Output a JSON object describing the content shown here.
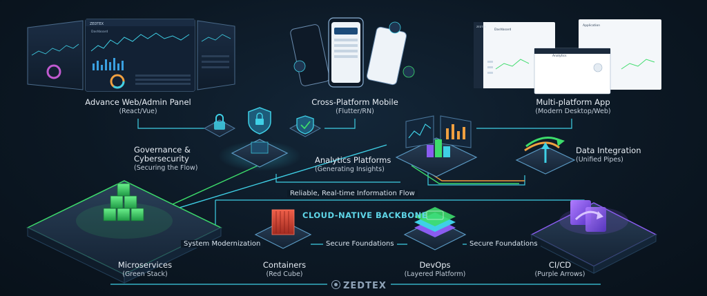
{
  "brand": "ZEDTEX",
  "top_panels": [
    {
      "title": "Advance Web/Admin Panel",
      "subtitle": "(React/Vue)"
    },
    {
      "title": "Cross-Platform Mobile",
      "subtitle": "(Flutter/RN)"
    },
    {
      "title": "Multi-platform App",
      "subtitle": "(Modern Desktop/Web)"
    }
  ],
  "middle_nodes": [
    {
      "title_lines": [
        "Governance &",
        "Cybersecurity"
      ],
      "subtitle": "(Securing the Flow)"
    },
    {
      "title": "Analytics Platforms",
      "subtitle": "(Generating Insights)"
    },
    {
      "title": "Data Integration",
      "subtitle": "(Unified Pipes)"
    }
  ],
  "flow_label": "Reliable, Real-time Information Flow",
  "backbone_label": "CLOUD-NATIVE BACKBONE",
  "bottom_nodes": [
    {
      "title": "Microservices",
      "subtitle": "(Green Stack)"
    },
    {
      "title": "Containers",
      "subtitle": "(Red Cube)"
    },
    {
      "title": "DevOps",
      "subtitle": "(Layered Platform)"
    },
    {
      "title": "CI/CD",
      "subtitle": "(Purple Arrows)"
    }
  ],
  "connectors": [
    {
      "label": "System Modernization"
    },
    {
      "label": "Secure Foundations"
    },
    {
      "label": "Secure Foundations"
    }
  ],
  "screen_text": {
    "web_logo": "ZEDTEX",
    "web_title": "Dashboard",
    "desktop_logo": "ZEDTEX",
    "desktop_title_1": "Dashboard",
    "desktop_title_2": "Application",
    "desktop_title_3": "Analytics"
  },
  "colors": {
    "cyan": "#3fd0e6",
    "green": "#3ddc6b",
    "red": "#e0473a",
    "purple": "#8a5cf0",
    "orange": "#f0a040",
    "panel": "#16263a"
  }
}
